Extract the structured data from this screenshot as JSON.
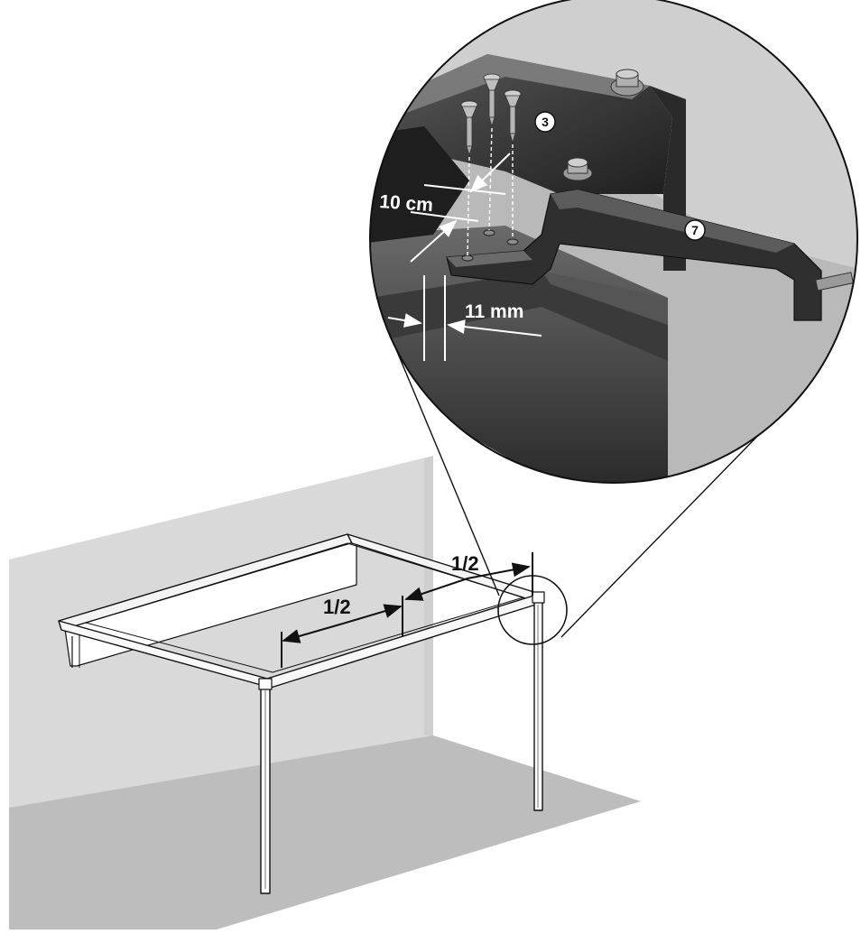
{
  "labels": {
    "half_front": "1/2",
    "half_side": "1/2",
    "depth_cm": "10 cm",
    "offset_mm": "11 mm"
  },
  "callouts": {
    "screws": "3",
    "bracket": "7"
  },
  "colors": {
    "wall": "#d9d9d9",
    "floor": "#bdbdbd",
    "metal_dark": "#2e2e2e",
    "metal_mid": "#4a4a4a",
    "metal_light": "#8a8a8a",
    "line": "#111111"
  }
}
